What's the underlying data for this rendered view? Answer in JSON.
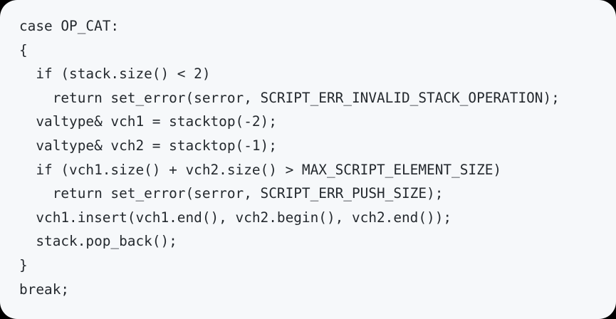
{
  "colors": {
    "page_background": "#000000",
    "panel_background": "#f6f8fa",
    "code_text": "#24292e"
  },
  "code_block": {
    "lines": [
      "case OP_CAT:",
      "{",
      "  if (stack.size() < 2)",
      "    return set_error(serror, SCRIPT_ERR_INVALID_STACK_OPERATION);",
      "  valtype& vch1 = stacktop(-2);",
      "  valtype& vch2 = stacktop(-1);",
      "  if (vch1.size() + vch2.size() > MAX_SCRIPT_ELEMENT_SIZE)",
      "    return set_error(serror, SCRIPT_ERR_PUSH_SIZE);",
      "  vch1.insert(vch1.end(), vch2.begin(), vch2.end());",
      "  stack.pop_back();",
      "}",
      "break;"
    ]
  }
}
